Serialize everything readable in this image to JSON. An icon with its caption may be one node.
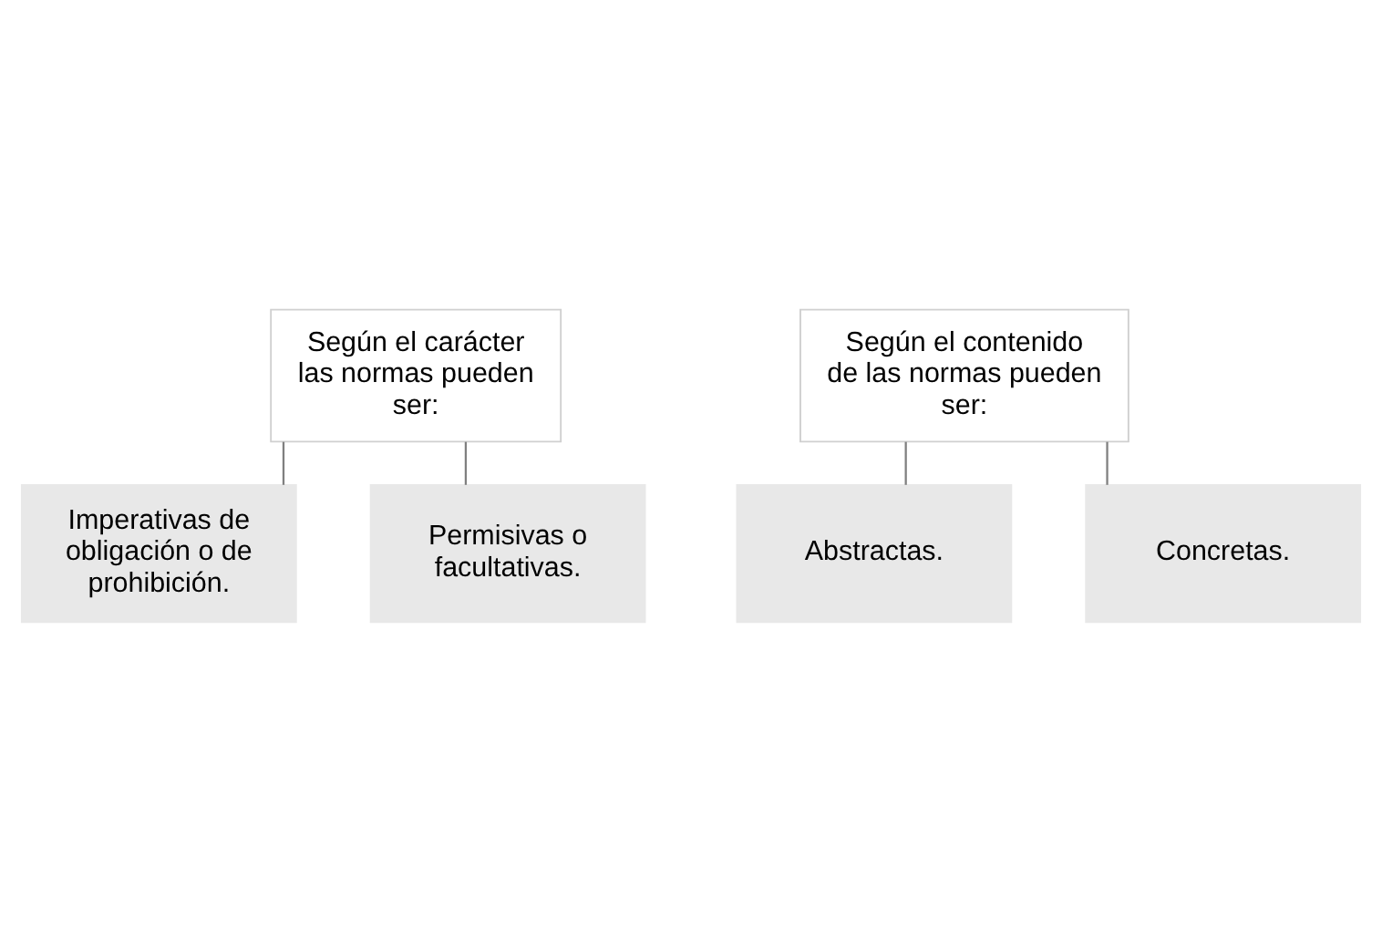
{
  "diagram": {
    "nodes": [
      {
        "text": [
          "Según el carácter las normas pueden ser:"
        ]
      },
      {
        "text": [
          "Imperativas de obligación o de prohibición."
        ]
      },
      {
        "text": [
          "Permisivas o facultativas."
        ]
      },
      {
        "text": [
          "Según el contenido de las normas pueden ser:"
        ]
      },
      {
        "text": [
          "Abstractas."
        ]
      },
      {
        "text": [
          "Concretas."
        ]
      }
    ],
    "edges": [
      {
        "from": 0,
        "to": 1,
        "arrow": "none"
      },
      {
        "from": 0,
        "to": 2,
        "arrow": "none"
      },
      {
        "from": 3,
        "to": 4,
        "arrow": "none"
      },
      {
        "from": 3,
        "to": 5,
        "arrow": "none"
      }
    ]
  }
}
